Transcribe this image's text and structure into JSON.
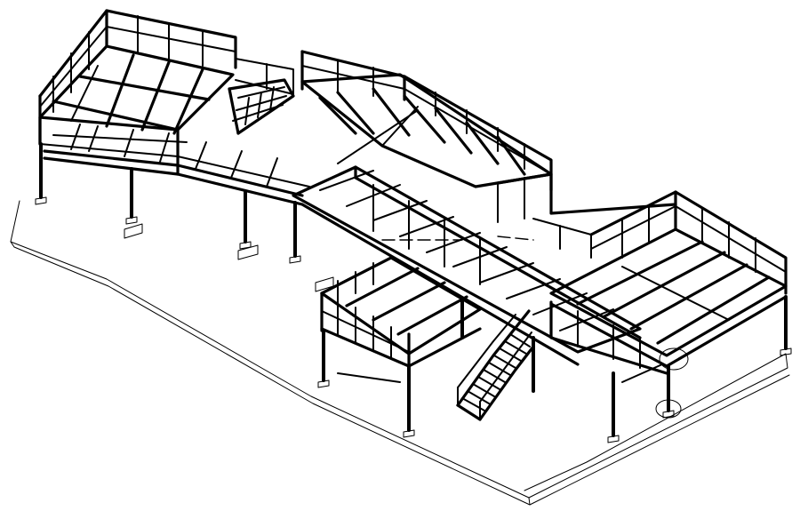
{
  "drawing": {
    "view": "isometric",
    "line_color": "#000000",
    "background": "#ffffff",
    "subject": "steel-mezzanine-structure",
    "parts": [
      "floor-slab",
      "upper-left-platform",
      "middle-platform",
      "right-platform",
      "walkway-bridge",
      "lower-left-platform",
      "stair",
      "guardrails",
      "support-columns",
      "column-base-plates"
    ]
  }
}
